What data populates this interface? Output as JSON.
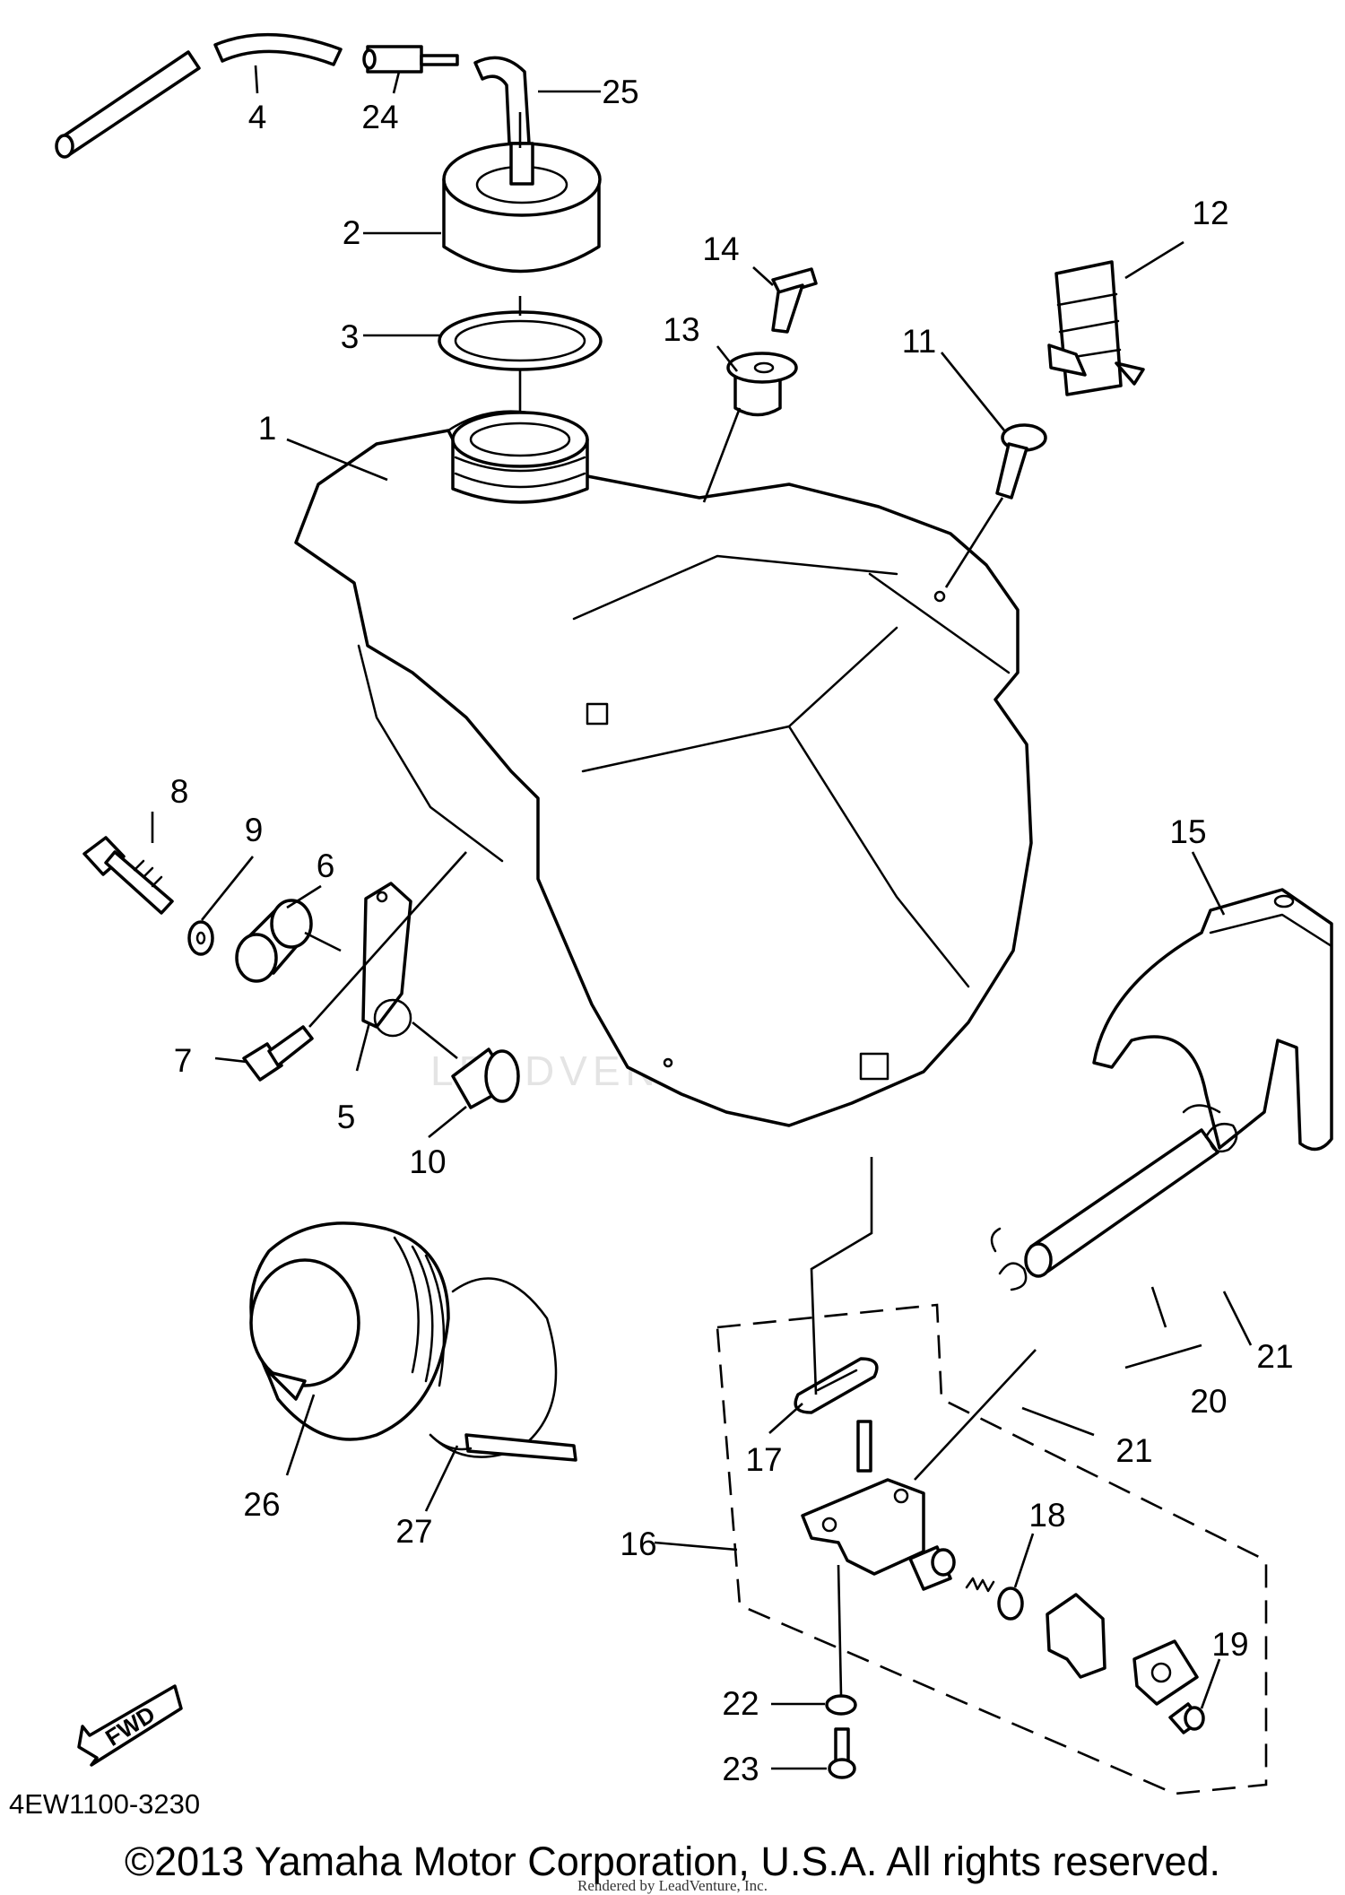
{
  "diagram_code": "4EW1100-3230",
  "copyright": "©2013 Yamaha Motor Corporation, U.S.A. All rights reserved.",
  "rendered_by": "Rendered by LeadVenture, Inc.",
  "watermark": "LEADVENTURE",
  "fwd_label": "FWD",
  "callouts": [
    "1",
    "2",
    "3",
    "4",
    "5",
    "6",
    "7",
    "8",
    "9",
    "10",
    "11",
    "12",
    "13",
    "14",
    "15",
    "16",
    "17",
    "18",
    "19",
    "20",
    "21",
    "21",
    "22",
    "23",
    "24",
    "25",
    "26",
    "27"
  ]
}
